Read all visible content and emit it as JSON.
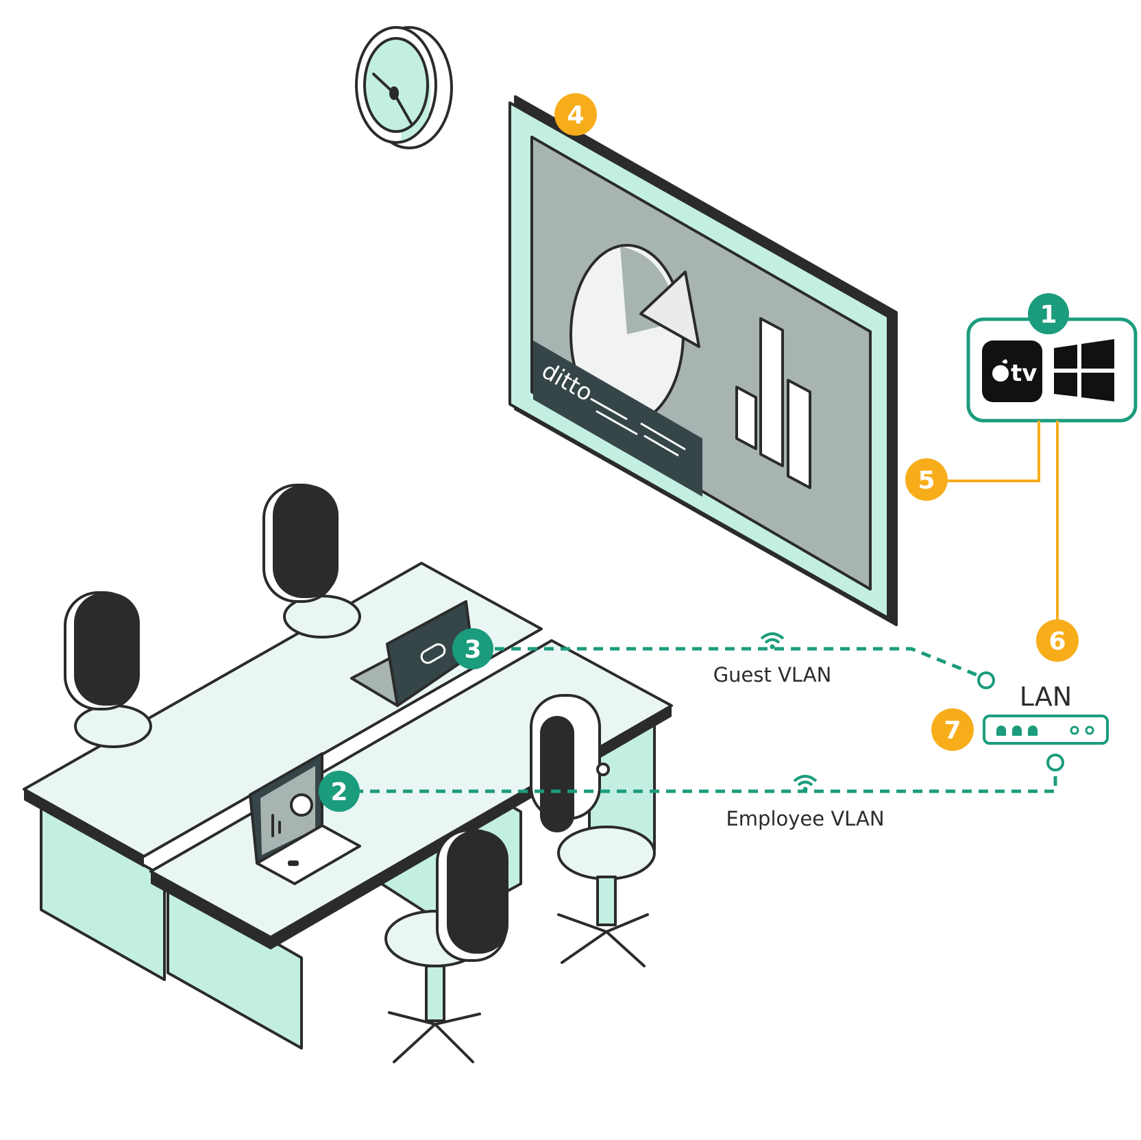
{
  "labels": {
    "guest_vlan": "Guest VLAN",
    "employee_vlan": "Employee VLAN",
    "lan": "LAN",
    "screen_brand": "ditto",
    "apple_tv": "tv"
  },
  "badges": {
    "b1": "1",
    "b2": "2",
    "b3": "3",
    "b4": "4",
    "b5": "5",
    "b6": "6",
    "b7": "7"
  },
  "colors": {
    "green": "#1b9c7c",
    "orange": "#f7ad1a",
    "mint": "#c3efe3",
    "outline": "#2b2b2b",
    "screen_gray": "#a8b4b2"
  },
  "icons": {
    "source_box": [
      "apple-tv-icon",
      "windows-icon"
    ],
    "wifi": "wifi-icon",
    "router": "router-icon"
  }
}
